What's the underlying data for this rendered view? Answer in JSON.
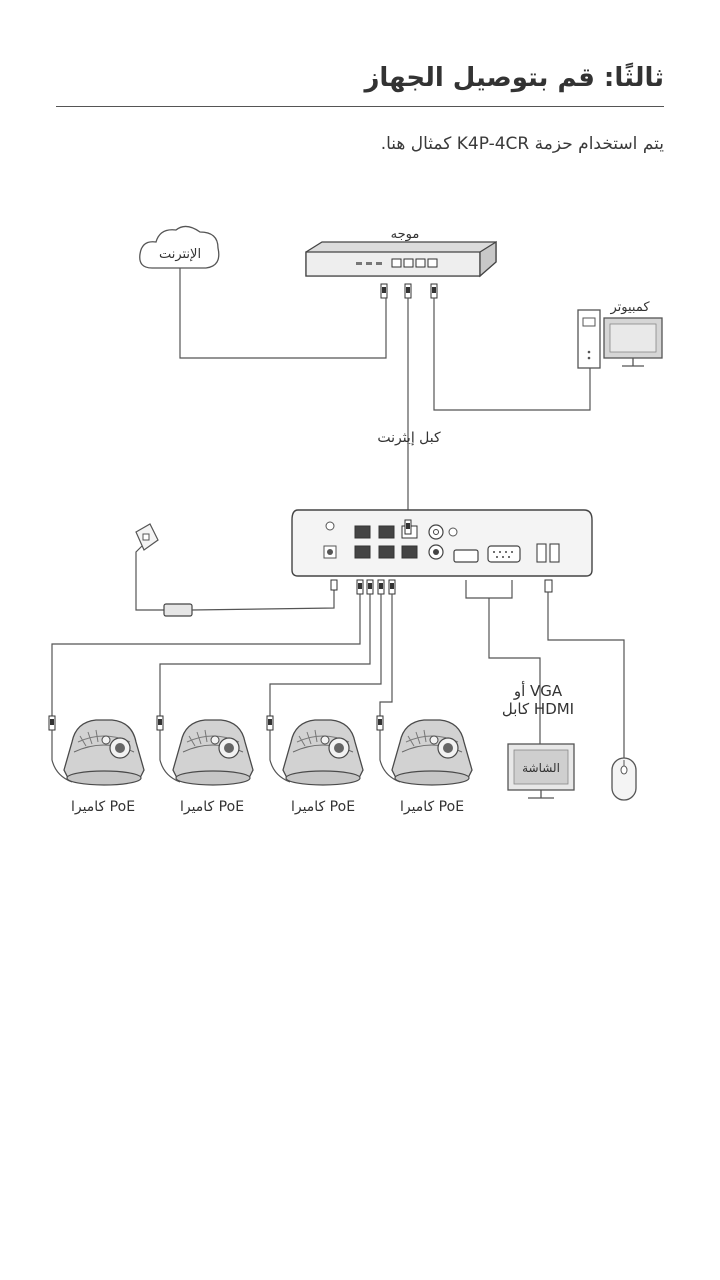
{
  "heading": {
    "title": "ثالثًا: قم بتوصيل الجهاز",
    "intro": "يتم استخدام حزمة K4P-4CR كمثال هنا."
  },
  "diagram": {
    "router_label": "موجه",
    "internet_label": "الإنترنت",
    "computer_label": "كمبيوتر",
    "ethernet_cable_label": "كبل إيثرنت",
    "display_cable_label_line1": "أو VGA",
    "display_cable_label_line2": "كابل HDMI",
    "monitor_label": "الشاشة",
    "cameras": [
      {
        "label": "كاميرا PoE"
      },
      {
        "label": "كاميرا PoE"
      },
      {
        "label": "كاميرا PoE"
      },
      {
        "label": "كاميرا PoE"
      }
    ]
  }
}
